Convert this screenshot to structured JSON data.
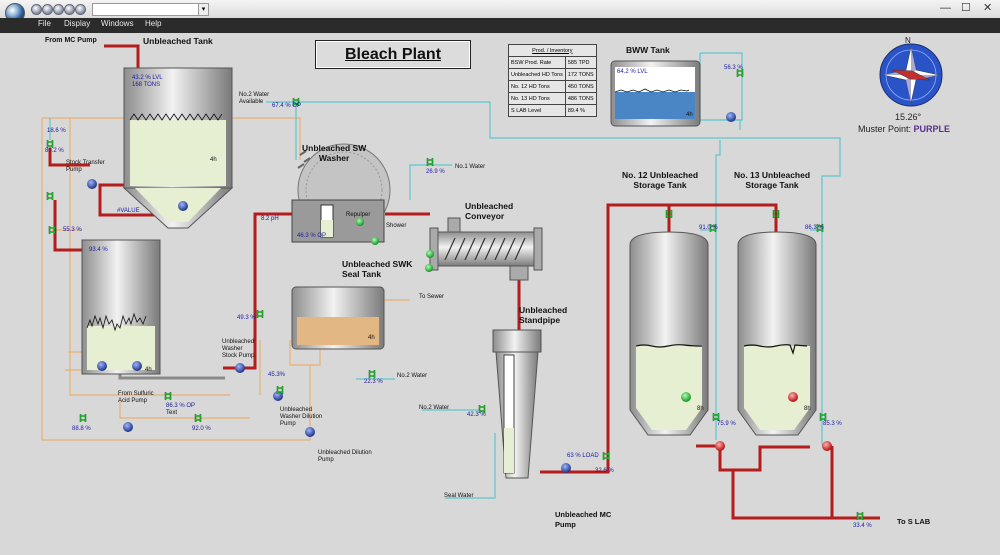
{
  "menu": {
    "file": "File",
    "display": "Display",
    "windows": "Windows",
    "help": "Help"
  },
  "window_buttons": {
    "minimize": "—",
    "maximize": "☐",
    "close": "✕"
  },
  "title": "Bleach Plant",
  "inventory": {
    "header": "Prod. / Inventory",
    "rows": [
      {
        "label": "BSW Prod. Rate",
        "value": "585 TPD"
      },
      {
        "label": "Unbleached HD Tons",
        "value": "172 TONS"
      },
      {
        "label": "No. 12 HD Tons",
        "value": "450 TONS"
      },
      {
        "label": "No. 13 HD Tons",
        "value": "486 TONS"
      },
      {
        "label": "S LAB Level",
        "value": "89.4 %"
      }
    ]
  },
  "compass": {
    "north": "N",
    "heading": "15.26°",
    "muster_label": "Muster Point:",
    "muster_value": "PURPLE"
  },
  "labels": {
    "from_mc_pump": "From MC Pump",
    "unbleached_tank": "Unbleached Tank",
    "no2_water_available": "No.2 Water\nAvailable",
    "stock_transfer_pump": "Stock Transfer\nPump",
    "unbleached_sw_washer": "Unbleached SW\nWasher",
    "no1_water": "No.1 Water",
    "unbleached_conveyor": "Unbleached\nConveyor",
    "repulper": "Repulper",
    "shower": "Shower",
    "unbleached_swk_seal_tank": "Unbleached SWK\nSeal Tank",
    "to_sewer": "To Sewer",
    "bww_tank": "BWW Tank",
    "no12_storage": "No. 12 Unbleached\nStorage Tank",
    "no13_storage": "No. 13 Unbleached\nStorage Tank",
    "unbleached_standpipe": "Unbleached\nStandpipe",
    "unbleached_washer_stock_pump": "Unbleached\nWasher\nStock Pump",
    "unbleached_washer_dilution_pump": "Unbleached\nWasher Dilution\nPump",
    "no2_water_a": "No.2 Water",
    "no2_water_b": "No.2 Water",
    "from_sulfuric_acid_pump": "From Sulfuric\nAcid Pump",
    "op_text": "Text",
    "unbleached_dilution_pump": "Unbleached Dilution\nPump",
    "seal_water": "Seal Water",
    "unbleached_mc_pump": "Unbleached MC\nPump",
    "to_s_lab": "To S LAB",
    "value_placeholder": "#VALUE"
  },
  "values": {
    "unbl_tank_lvl": "43.2 % LVL",
    "unbl_tank_tons": "168 TONS",
    "unbl_tank_4h": "4h",
    "v_18_6": "18.6 %",
    "v_80_2": "80.2 %",
    "v_55_3": "55.3 %",
    "v_67_4": "67.4 % OP",
    "v_26_9": "26.9 %",
    "v_8_2ph": "8.2 pH",
    "washer_op": "46.3 % OP",
    "v_49_3": "49.3 %",
    "v_45_3": "45.3%",
    "v_22_3": "22.3 %",
    "v_86_3": "86.3 % OP",
    "v_88_8": "88.8 %",
    "v_92_0": "92.0 %",
    "v_42_3": "42.3 %",
    "lvl_93_4": "93.4 %",
    "left_tank_4h": "4h",
    "seal_tank_4h": "4h",
    "bww_lvl": "64.2 % LVL",
    "bww_4h": "4h",
    "v_56_3": "56.3 %",
    "v_91_0": "91.0 %",
    "v_86_3b": "86.3 %",
    "v_75_9": "75.9 %",
    "v_85_3": "85.3 %",
    "no12_8h": "8h",
    "no13_8h": "8h",
    "mc_load": "63 % LOAD",
    "v_32_6": "32.6 %",
    "v_33_4": "33.4 %"
  },
  "colors": {
    "stock_line": "#b31d1d",
    "water_line": "#5cc6cf",
    "dilution_line": "#e8b070",
    "pump_blue": "#1c3c9a",
    "valve_green": "#1dcf2a",
    "stock_fill": "#e7efd2",
    "seal_fill": "#e3b784",
    "bww_fill": "#4a86c5"
  },
  "icons": [
    "app-logo-icon",
    "compass-rose-icon",
    "valve-icon",
    "pump-icon",
    "agitator-icon"
  ]
}
